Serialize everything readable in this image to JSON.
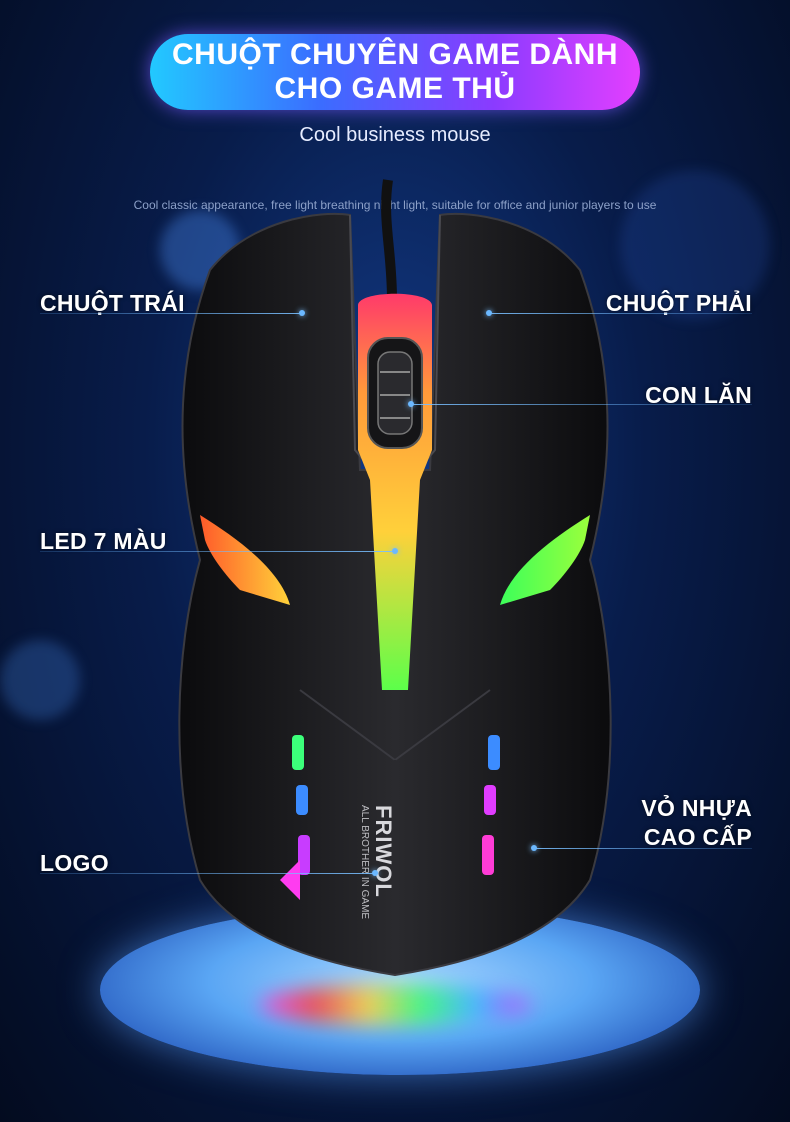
{
  "header": {
    "title_line1": "CHUỘT CHUYÊN GAME DÀNH",
    "title_line2": "CHO GAME THỦ",
    "subtitle": "Cool business mouse",
    "description": "Cool classic appearance, free light breathing night light, suitable for office and junior players to use"
  },
  "callouts": {
    "left_click": "CHUỘT TRÁI",
    "right_click": "CHUỘT PHẢI",
    "scroll_wheel": "CON LĂN",
    "led": "LED 7 MÀU",
    "shell_line1": "VỎ NHỰA",
    "shell_line2": "CAO CẤP",
    "logo": "LOGO"
  },
  "product": {
    "brand": "FRIWOL",
    "tagline": "ALL BROTHER IN GAME"
  },
  "colors": {
    "accent": "#6bb8ff",
    "pill_start": "#22c9ff",
    "pill_end": "#e43fff"
  }
}
